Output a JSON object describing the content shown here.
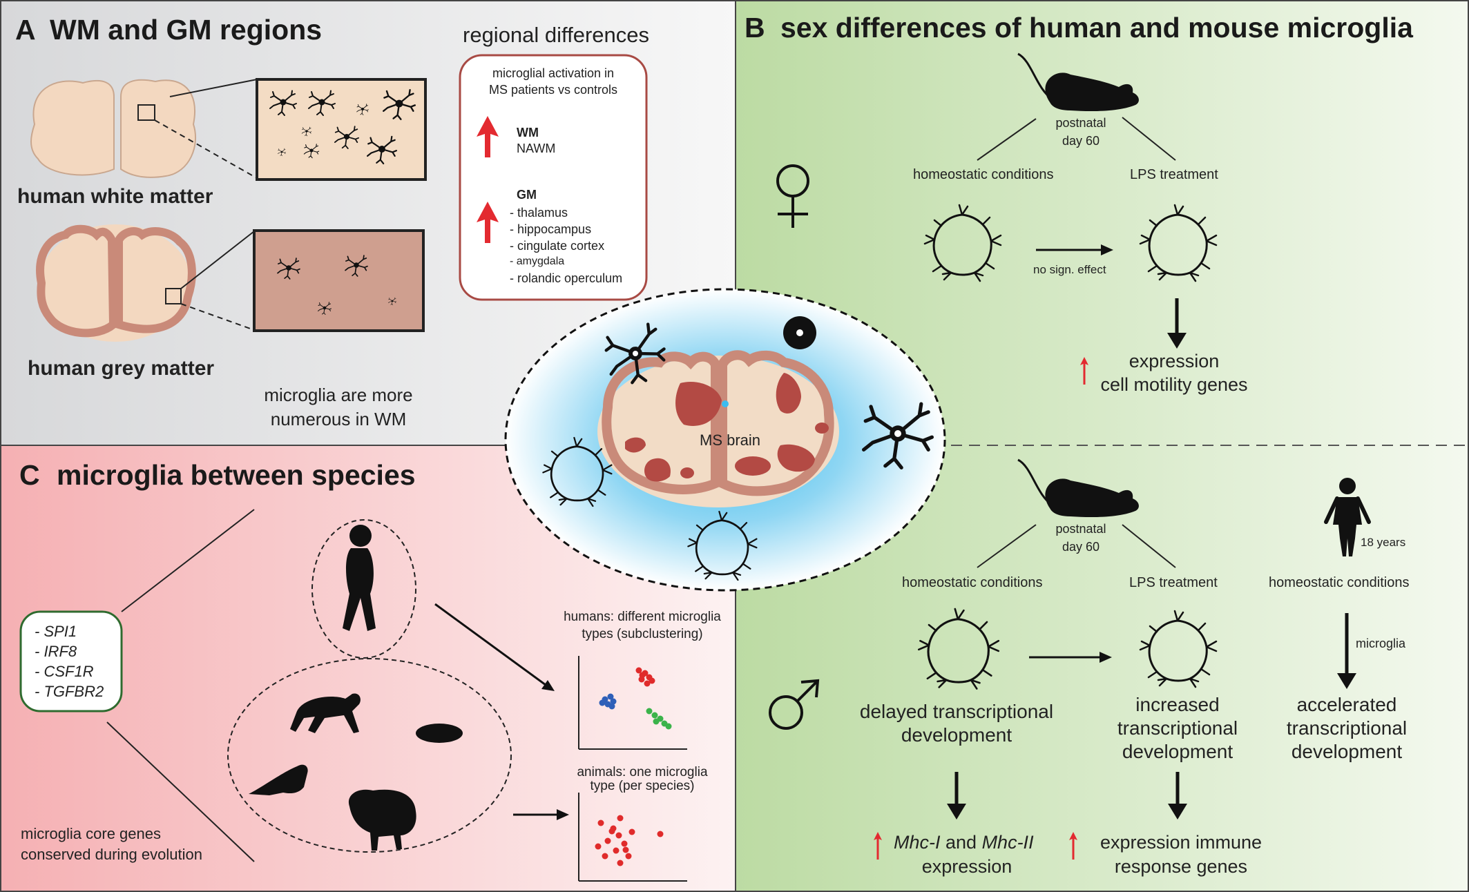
{
  "panel_a": {
    "letter": "A",
    "title": "WM and GM regions",
    "white_matter_label": "human white matter",
    "grey_matter_label": "human grey matter",
    "numerous_note_line1": "microglia are more",
    "numerous_note_line2": "numerous in WM",
    "regional_title": "regional differences",
    "box_header_line1": "microglial activation in",
    "box_header_line2": "MS patients vs controls",
    "wm_heading": "WM",
    "wm_items": [
      "NAWM"
    ],
    "gm_heading": "GM",
    "gm_items": [
      "- thalamus",
      "- hippocampus",
      "- cingulate cortex",
      "- amygdala",
      "- rolandic operculum"
    ]
  },
  "center": {
    "label": "MS brain"
  },
  "panel_b": {
    "letter": "B",
    "title": "sex differences of human and mouse microglia",
    "female": {
      "age_line1": "postnatal",
      "age_line2": "day 60",
      "left_condition": "homeostatic conditions",
      "right_condition": "LPS treatment",
      "arrow_label": "no sign. effect",
      "result_line1": "expression",
      "result_line2": "cell motility genes"
    },
    "male": {
      "age_line1": "postnatal",
      "age_line2": "day 60",
      "left_condition": "homeostatic conditions",
      "middle_condition": "LPS treatment",
      "right_condition": "homeostatic conditions",
      "human_age": "18 years",
      "arrow_label": "microglia",
      "left_result_line1": "delayed transcriptional",
      "left_result_line2": "development",
      "middle_result_line1": "increased",
      "middle_result_line2": "transcriptional",
      "middle_result_line3": "development",
      "right_result_line1": "accelerated",
      "right_result_line2": "transcriptional",
      "right_result_line3": "development",
      "left_bottom_gene1": "Mhc-I",
      "left_bottom_and": " and ",
      "left_bottom_gene2": "Mhc-II",
      "left_bottom_line2": "expression",
      "middle_bottom_line1": "expression immune",
      "middle_bottom_line2": "response genes"
    }
  },
  "panel_c": {
    "letter": "C",
    "title": "microglia between species",
    "genes": [
      "- SPI1",
      "- IRF8",
      "- CSF1R",
      "- TGFBR2"
    ],
    "core_note_line1": "microglia core genes",
    "core_note_line2": "conserved during evolution",
    "humans_note_line1": "humans: different microglia",
    "humans_note_line2": "types (subclustering)",
    "animals_note_line1": "animals: one microglia",
    "animals_note_line2": "type (per species)"
  },
  "colors": {
    "panel_a_bg": "#e0e1e3",
    "panel_b_bg": "#c4dfae",
    "panel_c_bg": "#f5b5b8",
    "up_arrow": "#e32a30",
    "brain_tissue": "#f2dcc6",
    "brain_cortex": "#c98a79",
    "lesion": "#b34a44",
    "halo": "#5ac6ee"
  }
}
